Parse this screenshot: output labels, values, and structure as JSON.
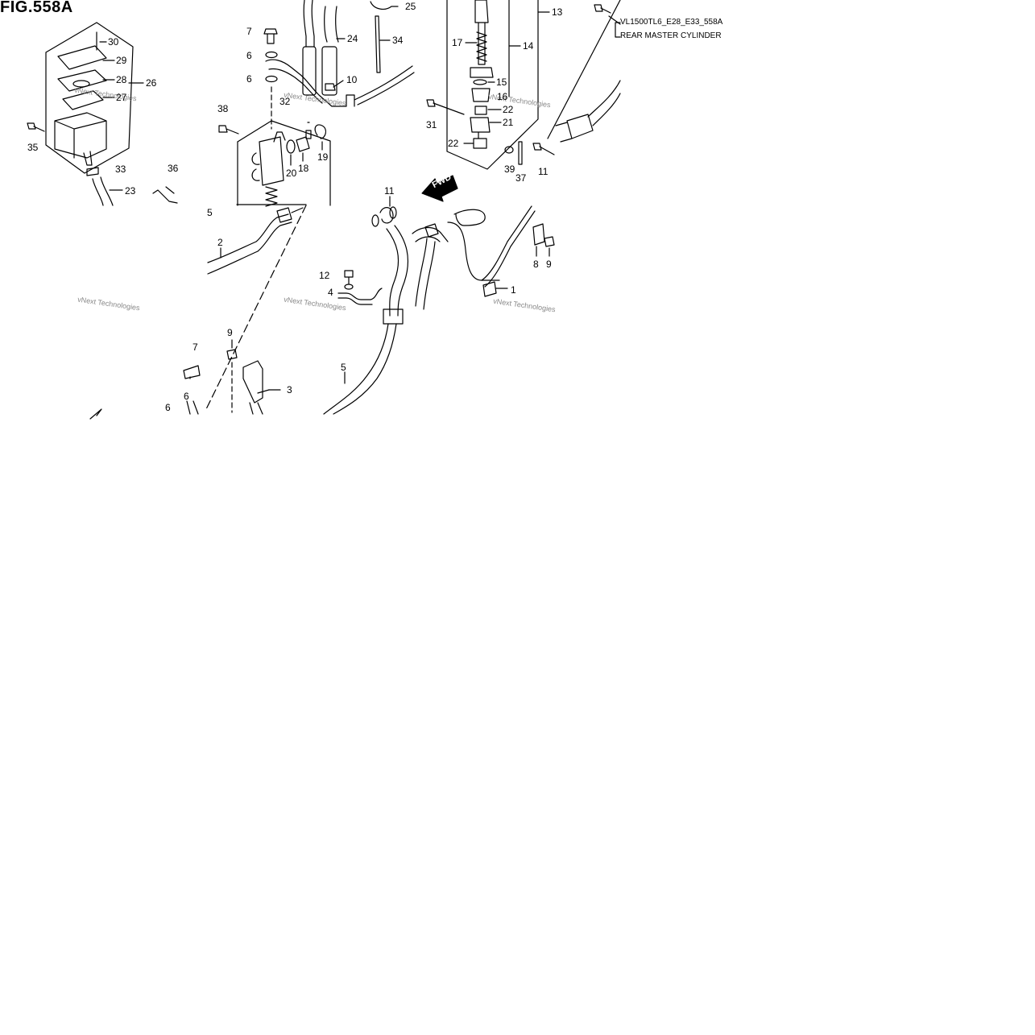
{
  "figure": {
    "title": "FIG.558A",
    "code": "VL1500TL6_E28_E33_558A",
    "section": "REAR MASTER CYLINDER"
  },
  "badges": {
    "forward": "FWD"
  },
  "watermark": {
    "text": "vNext Technologies"
  },
  "callouts": [
    "30",
    "29",
    "28",
    "27",
    "26",
    "35",
    "33",
    "23",
    "36",
    "7",
    "6",
    "6",
    "32",
    "38",
    "10",
    "24",
    "25",
    "34",
    "20",
    "18",
    "19",
    "5",
    "2",
    "13",
    "14",
    "17",
    "15",
    "16",
    "22",
    "21",
    "22",
    "31",
    "39",
    "37",
    "11",
    "11",
    "12",
    "4",
    "1",
    "8",
    "9",
    "9",
    "7",
    "3",
    "6",
    "6",
    "5"
  ]
}
